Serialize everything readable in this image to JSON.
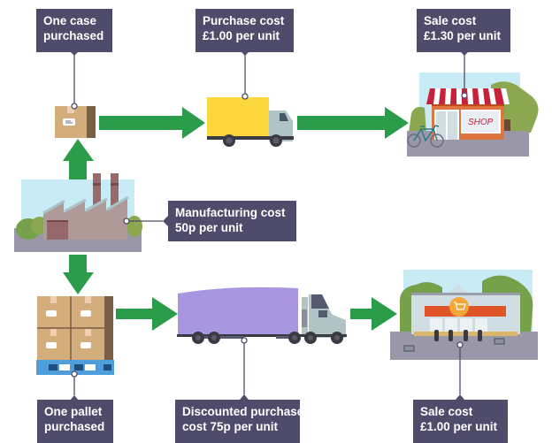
{
  "diagram": {
    "title": "Economies of scale supply chain comparison",
    "colors": {
      "arrow": "#2a9c4a",
      "callout_bg": "#4f4c6b",
      "callout_text": "#ffffff",
      "connector": "#4f4c6b",
      "box_tan": "#d4ad7d",
      "box_dark": "#7a5f45",
      "truck_yellow": "#fcd73d",
      "truck_cab": "#b0c4c6",
      "lorry_purple": "#a996e0",
      "pallet_blue": "#4f9edb",
      "sky": "#c9ebf5",
      "ground": "#9a98a8",
      "factory_wall": "#b09a98",
      "factory_door": "#96686a",
      "shop_awning_red": "#c8213a",
      "shop_wall": "#e0763f",
      "supermarket_sign": "#e0542a",
      "supermarket_logo": "#f4a637",
      "tree_green": "#8ba850"
    },
    "nodes": {
      "manufacturer": {
        "icon": "factory-icon",
        "label_line1": "Manufacturing cost",
        "label_line2": "50p per unit"
      },
      "small_purchase": {
        "icon": "box-icon",
        "label_line1": "One case",
        "label_line2": "purchased"
      },
      "small_transport": {
        "icon": "truck-icon",
        "label_line1": "Purchase cost",
        "label_line2": "£1.00 per unit"
      },
      "small_retailer": {
        "icon": "shop-icon",
        "shop_sign": "SHOP",
        "label_line1": "Sale cost",
        "label_line2": "£1.30 per unit"
      },
      "bulk_purchase": {
        "icon": "pallet-icon",
        "label_line1": "One pallet",
        "label_line2": "purchased"
      },
      "bulk_transport": {
        "icon": "lorry-icon",
        "label_line1": "Discounted purchase",
        "label_line2": "cost 75p per unit"
      },
      "bulk_retailer": {
        "icon": "supermarket-icon",
        "label_line1": "Sale cost",
        "label_line2": "£1.00 per unit"
      }
    },
    "flows": [
      {
        "from": "manufacturer",
        "to": "small_purchase",
        "direction": "up"
      },
      {
        "from": "small_purchase",
        "to": "small_transport",
        "direction": "right"
      },
      {
        "from": "small_transport",
        "to": "small_retailer",
        "direction": "right"
      },
      {
        "from": "manufacturer",
        "to": "bulk_purchase",
        "direction": "down"
      },
      {
        "from": "bulk_purchase",
        "to": "bulk_transport",
        "direction": "right"
      },
      {
        "from": "bulk_transport",
        "to": "bulk_retailer",
        "direction": "right"
      }
    ]
  }
}
